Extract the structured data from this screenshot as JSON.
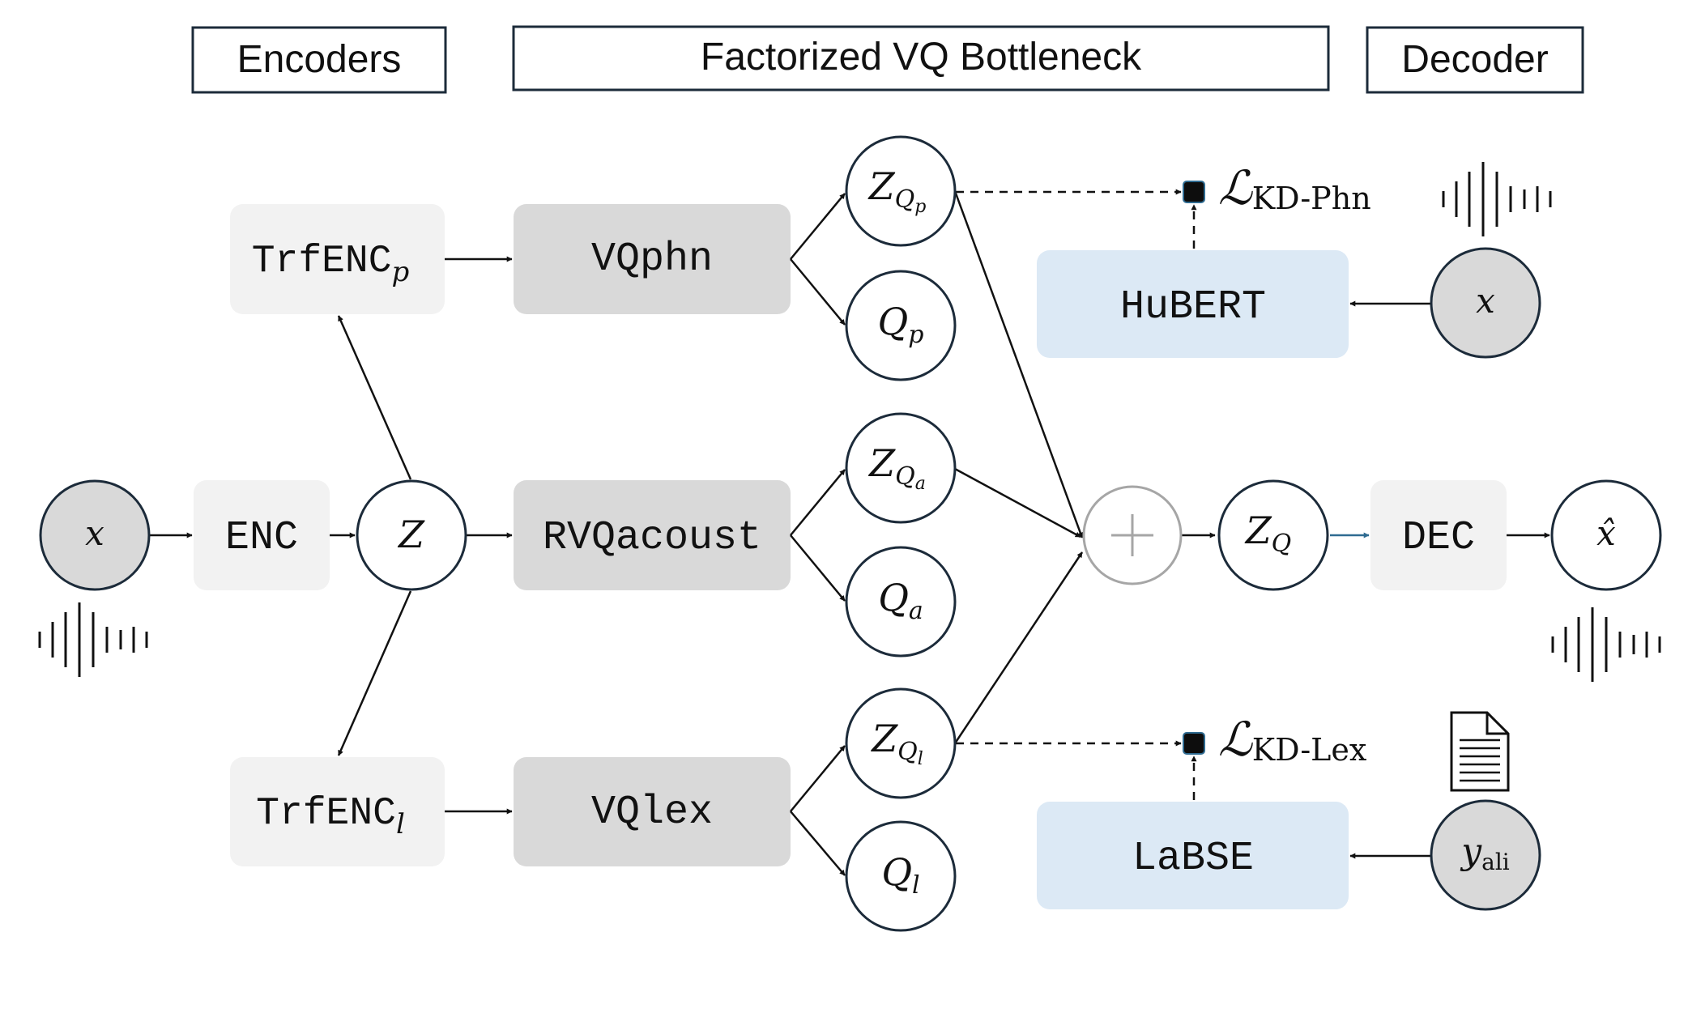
{
  "headers": {
    "encoders": "Encoders",
    "bottleneck": "Factorized VQ Bottleneck",
    "decoder": "Decoder"
  },
  "blocks": {
    "trfenc_p": {
      "text": "TrfENC",
      "sub": "p"
    },
    "trfenc_l": {
      "text": "TrfENC",
      "sub": "l"
    },
    "enc": "ENC",
    "vqphn": "VQphn",
    "rvqacoust": "RVQacoust",
    "vqlex": "VQlex",
    "hubert": "HuBERT",
    "labse": "LaBSE",
    "dec": "DEC"
  },
  "nodes": {
    "x_input": "x",
    "z": "Z",
    "zqp": {
      "base": "Z",
      "sub": "Q",
      "subsub": "p"
    },
    "qp": {
      "base": "Q",
      "sub": "p"
    },
    "zqa": {
      "base": "Z",
      "sub": "Q",
      "subsub": "a"
    },
    "qa": {
      "base": "Q",
      "sub": "a"
    },
    "zql": {
      "base": "Z",
      "sub": "Q",
      "subsub": "l"
    },
    "ql": {
      "base": "Q",
      "sub": "l"
    },
    "zq": {
      "base": "Z",
      "sub": "Q"
    },
    "x_hat": "x̂",
    "x_teacher": "x",
    "y_ali": {
      "base": "y",
      "sub": "ali"
    }
  },
  "losses": {
    "kd_phn": {
      "symbol": "ℒ",
      "sub": "KD-Phn"
    },
    "kd_lex": {
      "symbol": "ℒ",
      "sub": "KD-Lex"
    }
  },
  "icons": [
    "waveform-icon",
    "document-icon",
    "plus-icon"
  ],
  "colors": {
    "light_block": "#f2f2f2",
    "vq_block": "#d9d9d9",
    "teacher_block": "#dce9f5",
    "input_node": "#d9d9d9",
    "node_stroke": "#1c2b3a",
    "arrow": "#111111",
    "dec_arrow": "#2f6b91"
  }
}
